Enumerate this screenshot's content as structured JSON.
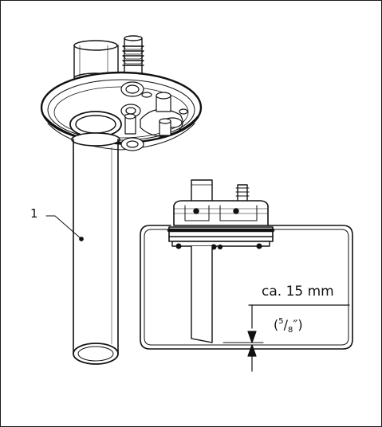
{
  "callout": {
    "number": "1"
  },
  "dimension": {
    "label": "ca. 15 mm",
    "inch_numerator": "5",
    "inch_denominator": "8",
    "inch_suffix": "″)",
    "inch_prefix": "("
  }
}
